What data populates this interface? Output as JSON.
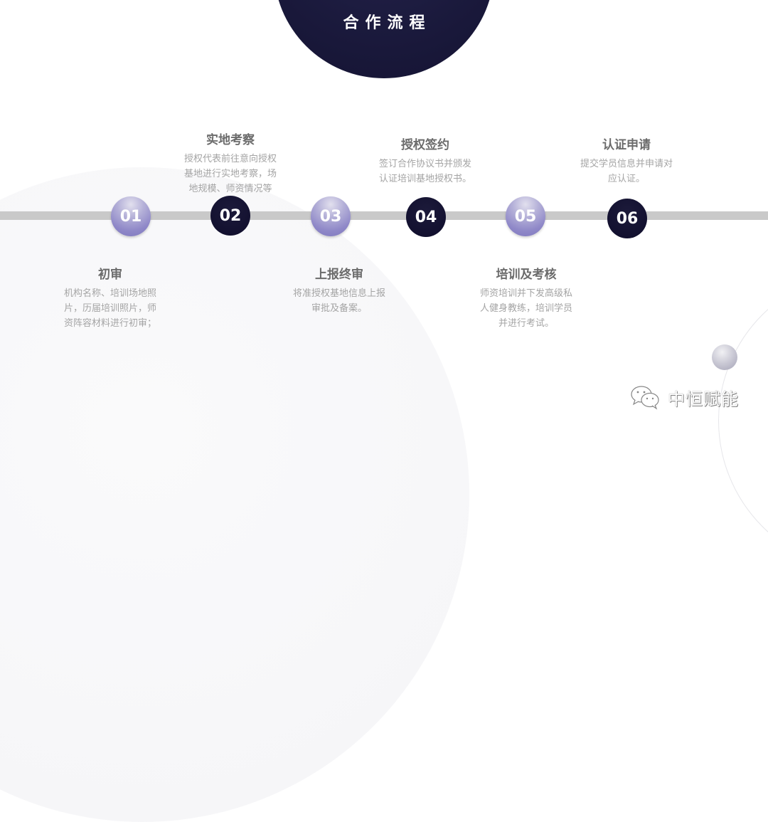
{
  "header": {
    "title": "合作流程"
  },
  "colors": {
    "header_circle": "#1b1a3d",
    "node_dark": "#131130",
    "node_light": "#9a94cf",
    "timeline_bar": "#c9c9c9",
    "step_title": "#6b6b6b",
    "step_desc": "#a4a4a4"
  },
  "steps": [
    {
      "number": "01",
      "title": "初审",
      "desc": [
        "机构名称、培训场地照",
        "片，历届培训照片，师",
        "资阵容材料进行初审；"
      ],
      "position": "below",
      "style": "light"
    },
    {
      "number": "02",
      "title": "实地考察",
      "desc": [
        "授权代表前往意向授权",
        "基地进行实地考察，场",
        "地规模、师资情况等"
      ],
      "position": "above",
      "style": "dark"
    },
    {
      "number": "03",
      "title": "上报终审",
      "desc": [
        "将准授权基地信息上报",
        "审批及备案。"
      ],
      "position": "below",
      "style": "light"
    },
    {
      "number": "04",
      "title": "授权签约",
      "desc": [
        "签订合作协议书并颁发",
        "认证培训基地授权书。"
      ],
      "position": "above",
      "style": "dark"
    },
    {
      "number": "05",
      "title": "培训及考核",
      "desc": [
        "师资培训并下发高级私",
        "人健身教练，培训学员",
        "并进行考试。"
      ],
      "position": "below",
      "style": "light"
    },
    {
      "number": "06",
      "title": "认证申请",
      "desc": [
        "提交学员信息并申请对",
        "应认证。"
      ],
      "position": "above",
      "style": "dark"
    }
  ],
  "watermark": {
    "icon": "wechat-icon",
    "text": "中恒赋能"
  }
}
